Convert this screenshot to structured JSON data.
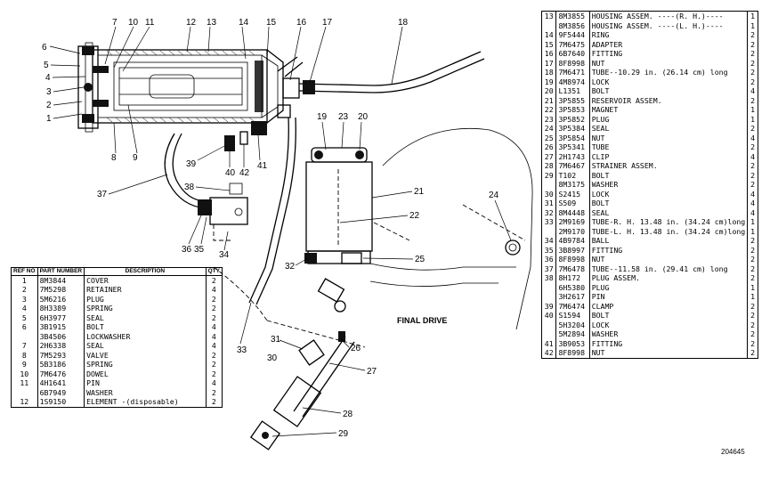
{
  "diagram": {
    "final_drive_label": "FINAL DRIVE",
    "figure_number": "204645",
    "callouts": [
      "1",
      "2",
      "3",
      "4",
      "5",
      "6",
      "7",
      "8",
      "9",
      "10",
      "11",
      "12",
      "13",
      "14",
      "15",
      "16",
      "17",
      "18",
      "19",
      "20",
      "21",
      "22",
      "23",
      "24",
      "25",
      "26",
      "27",
      "28",
      "29",
      "30",
      "31",
      "32",
      "33",
      "34",
      "35",
      "36",
      "37",
      "38",
      "39",
      "40",
      "41",
      "42"
    ]
  },
  "left_table": {
    "headers": {
      "ref": "REF NO",
      "part": "PART NUMBER",
      "desc": "DESCRIPTION",
      "qty": "QTY"
    },
    "rows": [
      {
        "ref": "1",
        "pn": "8M3844",
        "desc": "COVER",
        "qty": "2"
      },
      {
        "ref": "2",
        "pn": "7M5298",
        "desc": "RETAINER",
        "qty": "4"
      },
      {
        "ref": "3",
        "pn": "5M6216",
        "desc": "PLUG",
        "qty": "2"
      },
      {
        "ref": "4",
        "pn": "8H3389",
        "desc": "SPRING",
        "qty": "2"
      },
      {
        "ref": "5",
        "pn": "6H3977",
        "desc": "SEAL",
        "qty": "2"
      },
      {
        "ref": "6",
        "pn": "3B1915",
        "desc": "BOLT",
        "qty": "4"
      },
      {
        "ref": "",
        "pn": "3B4506",
        "desc": "LOCKWASHER",
        "qty": "4"
      },
      {
        "ref": "7",
        "pn": "2H6338",
        "desc": "SEAL",
        "qty": "4"
      },
      {
        "ref": "8",
        "pn": "7M5293",
        "desc": "VALVE",
        "qty": "2"
      },
      {
        "ref": "9",
        "pn": "5B3186",
        "desc": "SPRING",
        "qty": "2"
      },
      {
        "ref": "10",
        "pn": "7M6476",
        "desc": "DOWEL",
        "qty": "2"
      },
      {
        "ref": "11",
        "pn": "4H1641",
        "desc": "PIN",
        "qty": "4"
      },
      {
        "ref": "",
        "pn": "6B7949",
        "desc": "WASHER",
        "qty": "2"
      },
      {
        "ref": "12",
        "pn": "1S9150",
        "desc": "ELEMENT  -(disposable)",
        "qty": "2"
      }
    ]
  },
  "right_table": {
    "rows": [
      {
        "ref": "13",
        "pn": "8M3855",
        "desc": "HOUSING ASSEM. ----(R. H.)----",
        "qty": "1"
      },
      {
        "ref": "",
        "pn": "8M3856",
        "desc": "HOUSING ASSEM. ----(L. H.)----",
        "qty": "1"
      },
      {
        "ref": "14",
        "pn": "9F5444",
        "desc": "RING",
        "qty": "2"
      },
      {
        "ref": "15",
        "pn": "7M6475",
        "desc": "ADAPTER",
        "qty": "2"
      },
      {
        "ref": "16",
        "pn": "6B7640",
        "desc": "FITTING",
        "qty": "2"
      },
      {
        "ref": "17",
        "pn": "8F8998",
        "desc": "   NUT",
        "qty": "2"
      },
      {
        "ref": "18",
        "pn": "7M6471",
        "desc": "TUBE--10.29 in. (26.14 cm) long",
        "qty": "2"
      },
      {
        "ref": "19",
        "pn": "4M8974",
        "desc": "LOCK",
        "qty": "2"
      },
      {
        "ref": "20",
        "pn": "L1351",
        "desc": "BOLT",
        "qty": "4"
      },
      {
        "ref": "21",
        "pn": "3P5855",
        "desc": "RESERVOIR ASSEM.",
        "qty": "2"
      },
      {
        "ref": "22",
        "pn": "3P5853",
        "desc": "   MAGNET",
        "qty": "1"
      },
      {
        "ref": "23",
        "pn": "3P5852",
        "desc": "   PLUG",
        "qty": "1"
      },
      {
        "ref": "24",
        "pn": "3P5384",
        "desc": "SEAL",
        "qty": "2"
      },
      {
        "ref": "25",
        "pn": "3P5854",
        "desc": "NUT",
        "qty": "4"
      },
      {
        "ref": "26",
        "pn": "3P5341",
        "desc": "TUBE",
        "qty": "2"
      },
      {
        "ref": "27",
        "pn": "2H1743",
        "desc": "CLIP",
        "qty": "4"
      },
      {
        "ref": "28",
        "pn": "7M6467",
        "desc": "STRAINER ASSEM.",
        "qty": "2"
      },
      {
        "ref": "29",
        "pn": "T102",
        "desc": "BOLT",
        "qty": "2"
      },
      {
        "ref": "",
        "pn": "8M3175",
        "desc": "WASHER",
        "qty": "2"
      },
      {
        "ref": "30",
        "pn": "S2415",
        "desc": "LOCK",
        "qty": "4"
      },
      {
        "ref": "31",
        "pn": "S509",
        "desc": "BOLT",
        "qty": "4"
      },
      {
        "ref": "32",
        "pn": "8M4448",
        "desc": "SEAL",
        "qty": "4"
      },
      {
        "ref": "33",
        "pn": "2M9169",
        "desc": "TUBE-R. H.  13.48 in. (34.24 cm)long",
        "qty": "1"
      },
      {
        "ref": "",
        "pn": "2M9170",
        "desc": "TUBE-L. H.  13.48 in. (34.24 cm)long",
        "qty": "1"
      },
      {
        "ref": "34",
        "pn": "4B9784",
        "desc": "BALL",
        "qty": "2"
      },
      {
        "ref": "35",
        "pn": "3B8997",
        "desc": "FITTING",
        "qty": "2"
      },
      {
        "ref": "36",
        "pn": "8F8998",
        "desc": "   NUT",
        "qty": "2"
      },
      {
        "ref": "37",
        "pn": "7M6478",
        "desc": "TUBE--11.58 in. (29.41 cm) long",
        "qty": "2"
      },
      {
        "ref": "38",
        "pn": "8H172",
        "desc": "PLUG ASSEM.",
        "qty": "2"
      },
      {
        "ref": "",
        "pn": "6H5380",
        "desc": "   PLUG",
        "qty": "1"
      },
      {
        "ref": "",
        "pn": "3H2617",
        "desc": "   PIN",
        "qty": "1"
      },
      {
        "ref": "39",
        "pn": "7M6474",
        "desc": "CLAMP",
        "qty": "2"
      },
      {
        "ref": "40",
        "pn": "S1594",
        "desc": "BOLT",
        "qty": "2"
      },
      {
        "ref": "",
        "pn": "5H3204",
        "desc": "LOCK",
        "qty": "2"
      },
      {
        "ref": "",
        "pn": "5M2894",
        "desc": "WASHER",
        "qty": "2"
      },
      {
        "ref": "41",
        "pn": "3B9053",
        "desc": "FITTING",
        "qty": "2"
      },
      {
        "ref": "42",
        "pn": "8F8998",
        "desc": "   NUT",
        "qty": "2"
      }
    ]
  }
}
